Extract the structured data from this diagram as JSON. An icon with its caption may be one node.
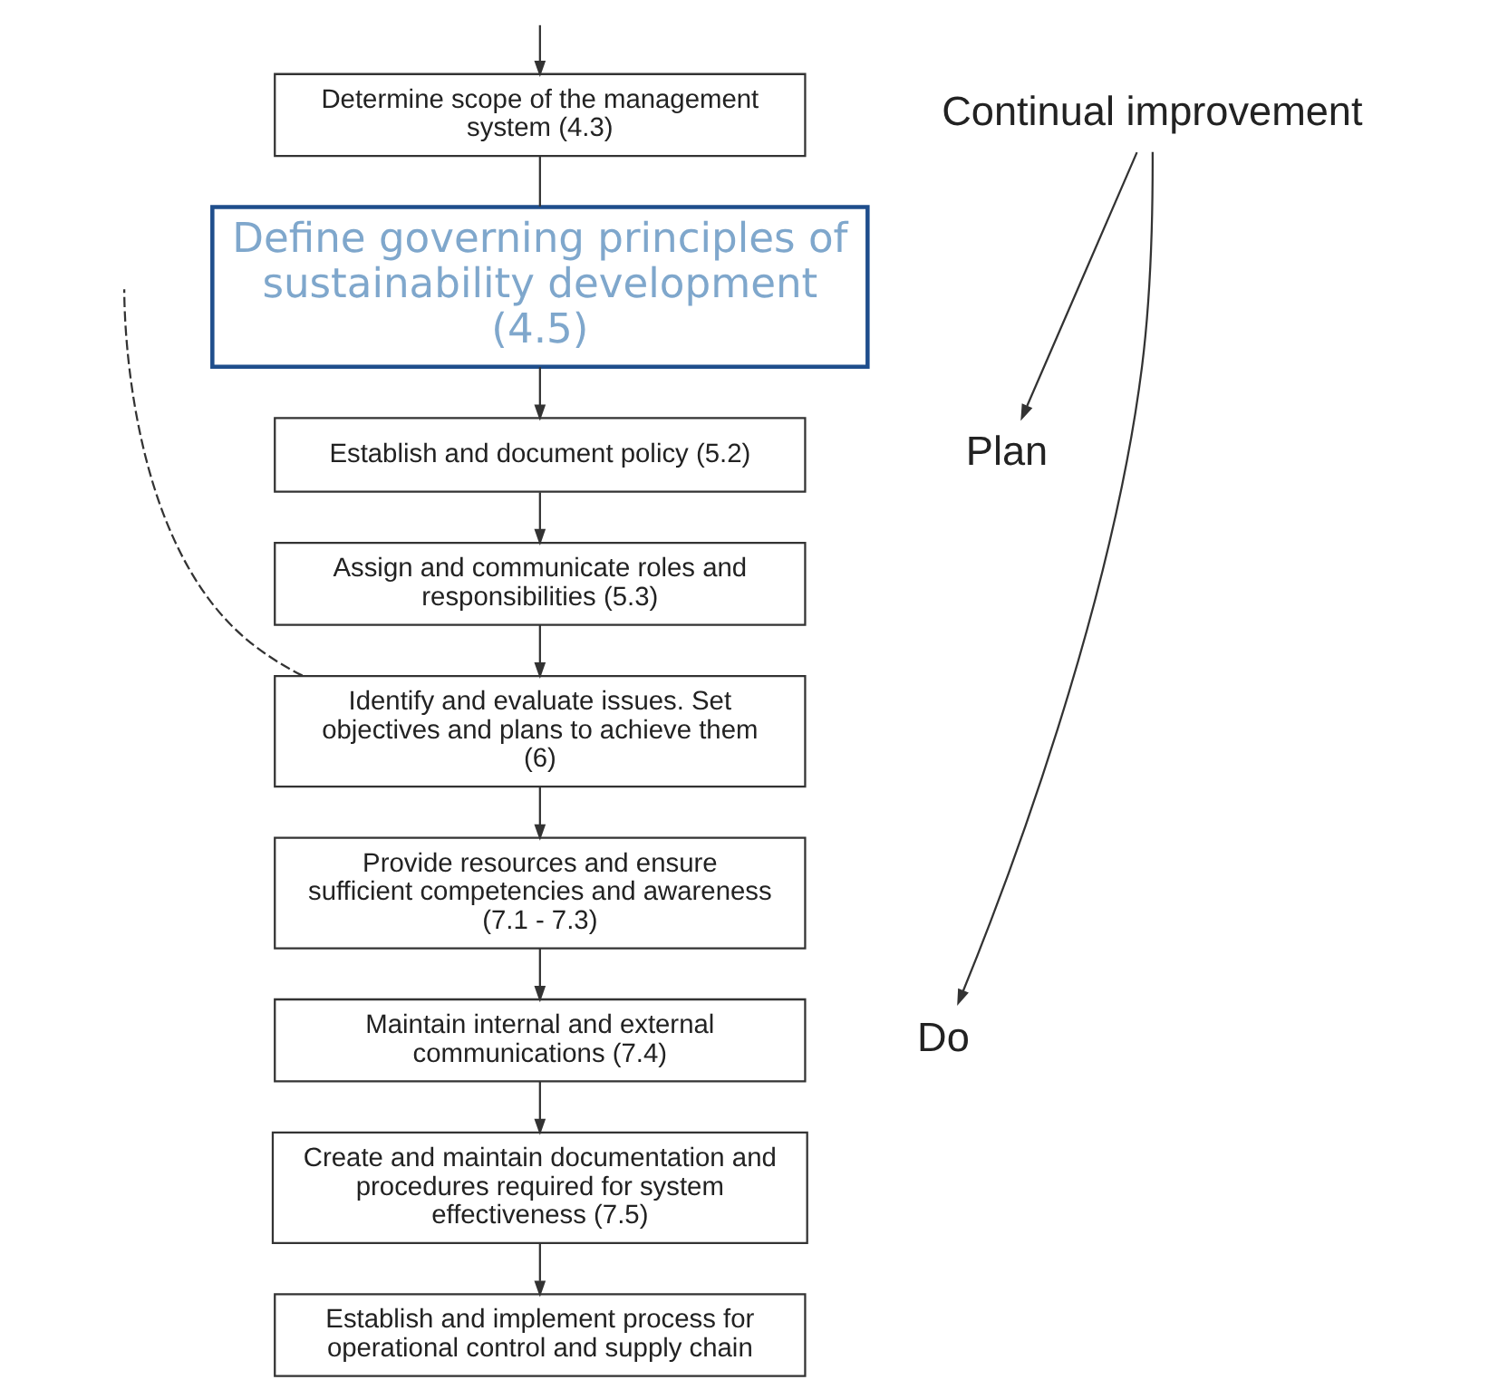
{
  "diagram": {
    "nodes": [
      {
        "text": [
          "Determine scope of the management system (4.3)"
        ]
      },
      {
        "text": [
          "Define governing principles of sustainability development (4.5)"
        ]
      },
      {
        "text": [
          "Establish and document policy (5.2)"
        ]
      },
      {
        "text": [
          "Assign and communicate roles and responsibilities (5.3)"
        ]
      },
      {
        "text": [
          "Identify and evaluate issues. Set objectives and plans to achieve them (6)"
        ]
      },
      {
        "text": [
          "Provide resources and ensure sufficient competencies and awareness (7.1 - 7.3)"
        ]
      },
      {
        "text": [
          "Maintain internal and external communications (7.4)"
        ]
      },
      {
        "text": [
          "Create and maintain documentation and procedures required for system effectiveness (7.5)"
        ]
      },
      {
        "text": [
          "Establish and implement process for operational control and supply chain"
        ]
      },
      {
        "text": [
          "Continual improvement"
        ]
      },
      {
        "text": [
          "Plan"
        ]
      },
      {
        "text": [
          "Do"
        ]
      }
    ],
    "edges": [
      {
        "from": null,
        "to": 0,
        "arrow": "to"
      },
      {
        "from": 0,
        "to": 1,
        "arrow": "none"
      },
      {
        "from": 1,
        "to": 2,
        "arrow": "to"
      },
      {
        "from": 2,
        "to": 3,
        "arrow": "to"
      },
      {
        "from": 3,
        "to": 4,
        "arrow": "to"
      },
      {
        "from": 4,
        "to": null,
        "arrow": "none",
        "style": "dashed"
      },
      {
        "from": 4,
        "to": 5,
        "arrow": "to"
      },
      {
        "from": 5,
        "to": 6,
        "arrow": "to"
      },
      {
        "from": 6,
        "to": 7,
        "arrow": "to"
      },
      {
        "from": 7,
        "to": 8,
        "arrow": "to"
      },
      {
        "from": 9,
        "to": 10,
        "arrow": "to"
      },
      {
        "from": 9,
        "to": 11,
        "arrow": "to"
      }
    ]
  }
}
